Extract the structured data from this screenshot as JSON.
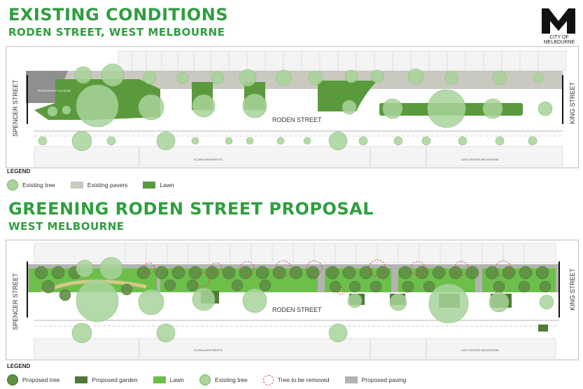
{
  "header": {
    "title_existing": "EXISTING CONDITIONS",
    "subtitle_existing": "RODEN STREET, WEST MELBOURNE",
    "title_proposal": "GREENING RODEN STREET PROPOSAL",
    "subtitle_proposal": "WEST MELBOURNE",
    "logo_text": "CITY OF MELBOURNE"
  },
  "colors": {
    "title_green": "#2f9e3f",
    "existing_tree": "#a8d49a",
    "proposed_tree": "#5f8f45",
    "lawn": "#5a9a3c",
    "pavers": "#c9c9c0",
    "remove": "#d64545"
  },
  "map_existing": {
    "street_left": "SPENCER STREET",
    "street_right": "KING STREET",
    "street_center": "RODEN STREET",
    "access_label": "TEMPORARY ACCESS",
    "building_1": "ELURA APARTMENTS",
    "building_2": "AUDI CENTRE MELBOURNE"
  },
  "map_proposal": {
    "street_left": "SPENCER STREET",
    "street_right": "KING STREET",
    "street_center": "RODEN STREET",
    "building_1": "ELURA APARTMENTS",
    "building_2": "AUDI CENTRE MELBOURNE"
  },
  "legend_existing": {
    "title": "LEGEND",
    "items": [
      "Existing tree",
      "Existing pavers",
      "Lawn"
    ]
  },
  "legend_proposal": {
    "title": "LEGEND",
    "items": [
      "Proposed tree",
      "Proposed garden",
      "Lawn",
      "Existing tree",
      "Tree to be removed",
      "Proposed paving"
    ]
  }
}
